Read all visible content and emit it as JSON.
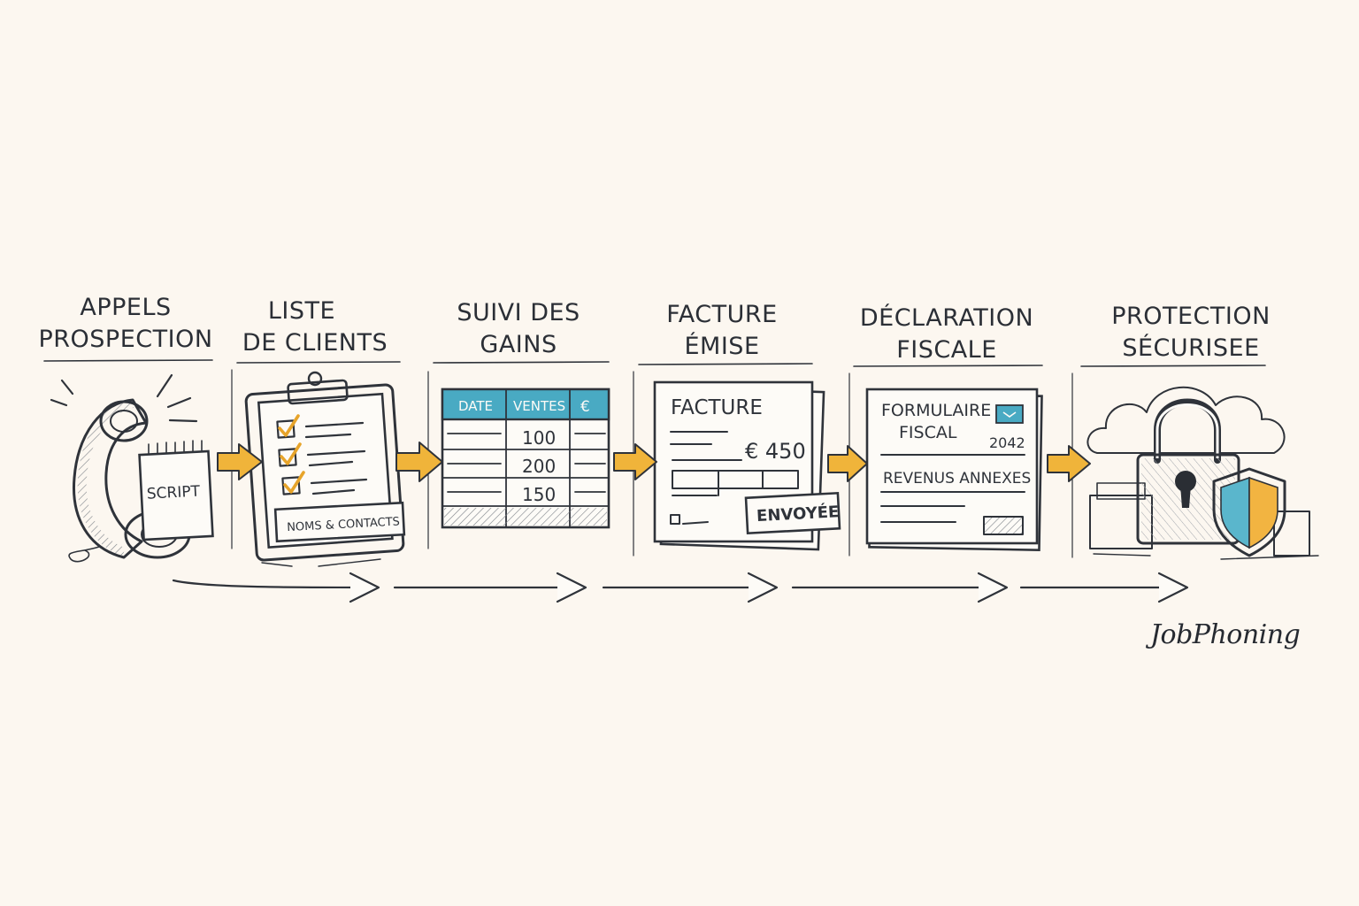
{
  "steps": [
    {
      "title_line1": "APPELS",
      "title_line2": "PROSPECTION",
      "icon": "telephone-icon",
      "tag": "SCRIPT"
    },
    {
      "title_line1": "LISTE",
      "title_line2": "DE CLIENTS",
      "icon": "clipboard-icon",
      "tag": "NOMS & CONTACTS"
    },
    {
      "title_line1": "SUIVI DES",
      "title_line2": "GAINS",
      "icon": "spreadsheet-icon",
      "table": {
        "headers": [
          "DATE",
          "VENTES",
          "€"
        ],
        "values": [
          "100",
          "200",
          "150"
        ]
      }
    },
    {
      "title_line1": "FACTURE",
      "title_line2": "ÉMISE",
      "icon": "invoice-icon",
      "doc_title": "FACTURE",
      "amount": "€ 450",
      "stamp": "ENVOYÉE"
    },
    {
      "title_line1": "DÉCLARATION",
      "title_line2": "FISCALE",
      "icon": "tax-form-icon",
      "form_line1": "FORMULAIRE",
      "form_line2": "FISCAL",
      "form_number": "2042",
      "form_section": "REVENUS ANNEXES"
    },
    {
      "title_line1": "PROTECTION",
      "title_line2": "SÉCURISEE",
      "icon": "padlock-shield-icon"
    }
  ],
  "logo": "JobPhoning",
  "colors": {
    "accent_arrow": "#f0b43a",
    "table_header": "#49aac3",
    "shield_blue": "#5ab6cc",
    "shield_orange": "#f2b441",
    "ink": "#2f333a",
    "background": "#fcf7f0"
  }
}
